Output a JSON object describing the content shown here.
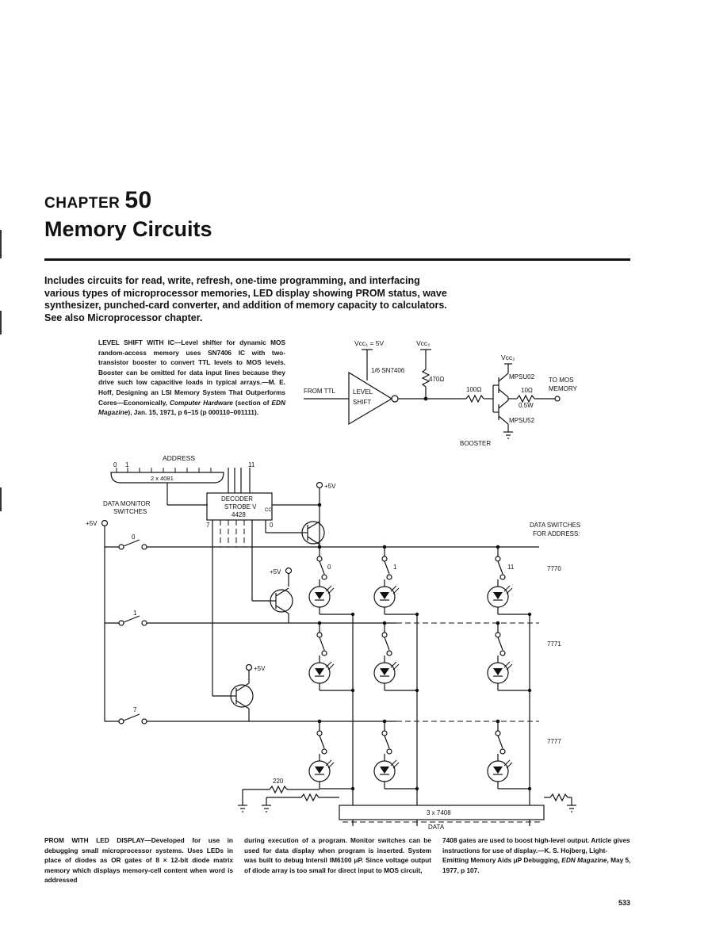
{
  "chapter": {
    "label": "CHAPTER",
    "number": "50",
    "title": "Memory Circuits"
  },
  "intro": "Includes circuits for read, write, refresh, one-time programming, and interfacing various types of microprocessor memories, LED display showing PROM status, wave synthesizer, punched-card converter, and addition of memory capacity to calculators. See also Microprocessor chapter.",
  "caption_level_shift": {
    "lead": "LEVEL SHIFT WITH IC",
    "text": "—Level shifter for dynamic MOS random-access memory uses SN7406 IC with two-transistor booster to convert TTL levels to MOS levels. Booster can be omitted for data input lines because they drive such low capacitive loads in typical arrays.—M. E. Hoff, Designing an LSI Memory System That Outperforms Cores—Economically, ",
    "italic1": "Computer Hardware",
    "mid": " (section of ",
    "italic2": "EDN Magazine",
    "tail": "), Jan. 15, 1971, p 6–15 (p 000110–001111)."
  },
  "circuit1": {
    "vcc1": "Vᴄᴄ₁ = 5V",
    "vcc2": "Vᴄᴄ₂",
    "vcc2b": "Vᴄᴄ₂",
    "ic": "1/6 SN7406",
    "r1": "470Ω",
    "from_ttl": "FROM TTL",
    "level": "LEVEL",
    "shift": "SHIFT",
    "r2": "100Ω",
    "q1": "MPSU02",
    "r3": "10Ω",
    "r3w": "0.5W",
    "q2": "MPSU52",
    "to1": "TO MOS",
    "to2": "MEMORY",
    "booster": "BOOSTER"
  },
  "circuit2": {
    "address": "ADDRESS",
    "a0": "0",
    "a1": "1",
    "a11": "11",
    "prom": "2 x 4081",
    "monitor1": "DATA MONITOR",
    "monitor2": "SWITCHES",
    "p5v": "+5V",
    "decoder": "DECODER",
    "strobe": "STROBE V",
    "strobe_sub": "CC",
    "dec_part": "4428",
    "pin7": "7",
    "pin0": "0",
    "sw0": "0",
    "sw1": "1",
    "sw7": "7",
    "col0": "0",
    "col1": "1",
    "col11": "11",
    "ds1": "DATA SWITCHES",
    "ds2": "FOR ADDRESS:",
    "addr1": "7770",
    "addr2": "7771",
    "addr3": "7777",
    "r220": "220",
    "gate": "3 x 7408",
    "data": "DATA"
  },
  "caption_prom": {
    "col1_lead": "PROM WITH LED DISPLAY",
    "col1": "—Developed for use in debugging small microprocessor systems. Uses LEDs in place of diodes as OR gates of 8 × 12-bit diode matrix memory which displays memory-cell content when word is addressed",
    "col2": "during execution of a program. Monitor switches can be used for data display when program is inserted. System was built to debug Intersil IM6100 μP. Since voltage output of diode array is too small for direct input to MOS circuit,",
    "col3": "7408 gates are used to boost high-level output. Article gives instructions for use of display.—K. S. Hojberg, Light-Emitting Memory Aids μP Debugging, ",
    "col3_italic": "EDN Magazine",
    "col3_tail": ", May 5, 1977, p 107."
  },
  "page_number": "533"
}
